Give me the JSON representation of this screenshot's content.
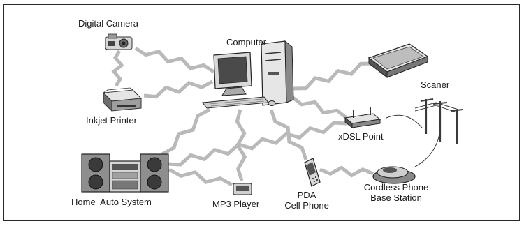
{
  "labels": {
    "digital_camera": "Digital Camera",
    "computer": "Computer",
    "scaner": "Scaner",
    "inkjet_printer": "Inkjet Printer",
    "xdsl_point": "xDSL Point",
    "home_auto_system": "Home  Auto System",
    "mp3_player": "MP3 Player",
    "pda_cell_phone_line1": "PDA",
    "pda_cell_phone_line2": "Cell Phone",
    "cordless_base_line1": "Cordless Phone",
    "cordless_base_line2": "Base Station"
  },
  "colors": {
    "link": "#b9b9b9",
    "device_dark": "#3a3a3a",
    "device_mid": "#8f8f8f",
    "device_light": "#e2e2e2",
    "border": "#2a2a2a"
  },
  "icons": [
    "digital-camera-icon",
    "computer-icon",
    "scanner-icon",
    "inkjet-printer-icon",
    "xdsl-modem-icon",
    "utility-pole-icon",
    "stereo-system-icon",
    "mp3-player-icon",
    "cell-phone-icon",
    "cordless-base-station-icon"
  ]
}
